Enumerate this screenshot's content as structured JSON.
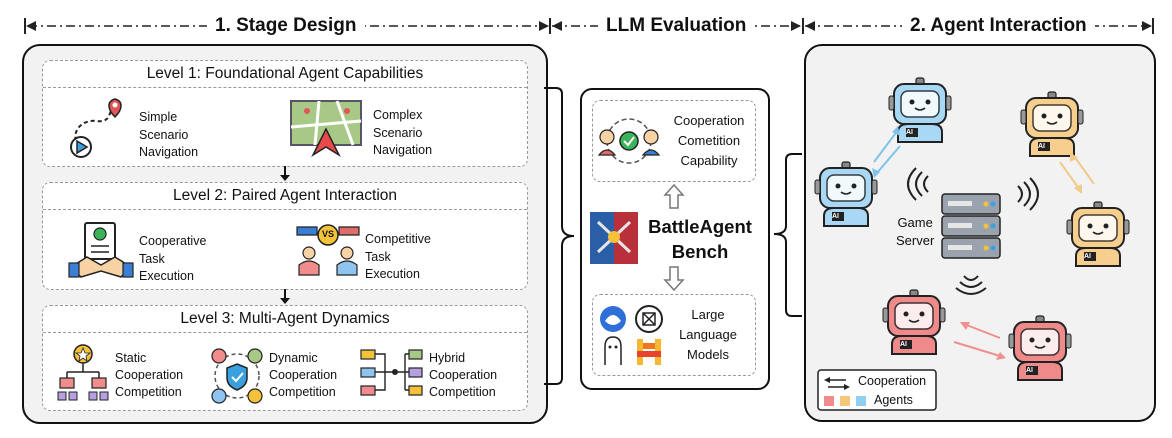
{
  "headers": {
    "stage_design": "1. Stage Design",
    "llm_evaluation": "LLM Evaluation",
    "agent_interaction": "2. Agent Interaction"
  },
  "stage_design": {
    "level1": {
      "title": "Level 1: Foundational Agent Capabilities",
      "items": [
        "Simple\nScenario\nNavigation",
        "Complex\nScenario\nNavigation"
      ]
    },
    "level2": {
      "title": "Level 2: Paired Agent Interaction",
      "items": [
        "Cooperative\nTask\nExecution",
        "Competitive\nTask\nExecution"
      ],
      "vs_badge": "VS"
    },
    "level3": {
      "title": "Level 3: Multi-Agent Dynamics",
      "items": [
        "Static\nCooperation\nCompetition",
        "Dynamic\nCooperation\nCompetition",
        "Hybrid\nCooperation\nCompetition"
      ]
    }
  },
  "llm_evaluation": {
    "capability": "Cooperation\nCometition\nCapability",
    "bench": "BattleAgent\nBench",
    "models": "Large\nLanguage\nModels"
  },
  "agent_interaction": {
    "server_label": "Game\nServer",
    "agent_badge": "AI",
    "legend": {
      "cooperation": "Cooperation",
      "agents": "Agents",
      "colors": [
        "#f08c8c",
        "#f5c77a",
        "#8fd0f0"
      ]
    }
  },
  "colors": {
    "blue_agent": "#a9d8f5",
    "orange_agent": "#f6cf8e",
    "red_agent": "#ee8a8a",
    "blue_arrow": "#7fc3ea",
    "orange_arrow": "#f3c98a",
    "red_arrow": "#ef8f8f",
    "panel_bg": "#f2f2f2"
  }
}
